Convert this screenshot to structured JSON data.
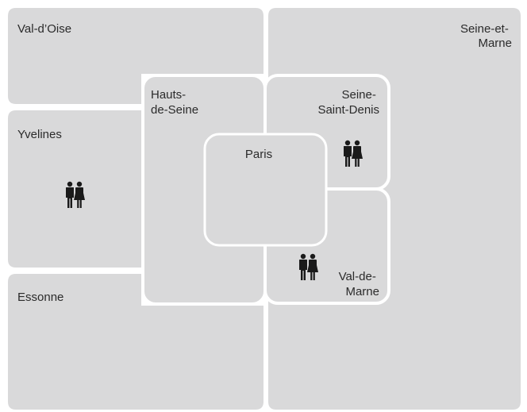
{
  "regions": {
    "val_doise": {
      "label": "Val-d’Oise"
    },
    "seine_et_marne": {
      "label_line1": "Seine-et-",
      "label_line2": "Marne"
    },
    "yvelines": {
      "label": "Yvelines"
    },
    "essonne": {
      "label": "Essonne"
    },
    "hauts_de_seine": {
      "label_line1": "Hauts-",
      "label_line2": "de-Seine"
    },
    "seine_saint_denis": {
      "label_line1": "Seine-",
      "label_line2": "Saint-Denis"
    },
    "paris": {
      "label": "Paris"
    },
    "val_de_marne": {
      "label_line1": "Val-de-",
      "label_line2": "Marne"
    }
  },
  "icons": {
    "yvelines": "couple-icon",
    "seine_saint_denis": "couple-icon",
    "val_de_marne": "couple-icon"
  },
  "colors": {
    "region_fill": "#d9d9da",
    "border": "#ffffff",
    "text": "#2b2b2b",
    "icon": "#1a1a1a"
  }
}
